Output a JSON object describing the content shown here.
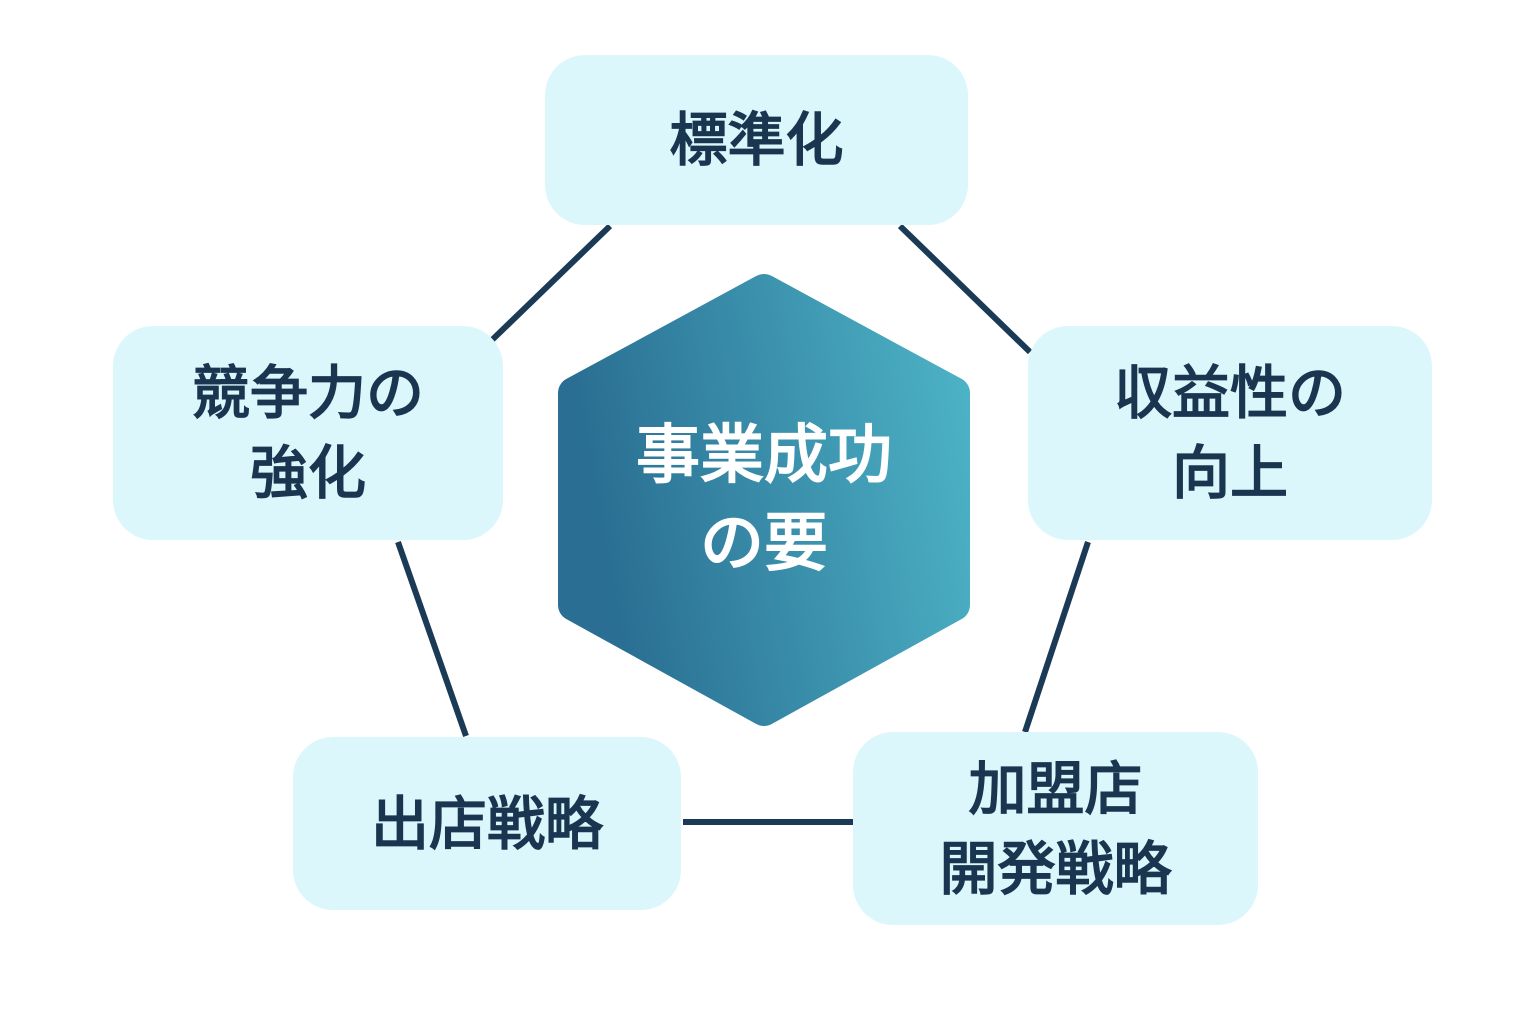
{
  "center": {
    "lines": [
      "事業成功",
      "の要"
    ]
  },
  "nodes": {
    "top": {
      "lines": [
        "標準化"
      ]
    },
    "right": {
      "lines": [
        "収益性の",
        "向上"
      ]
    },
    "bottom_right": {
      "lines": [
        "加盟店",
        "開発戦略"
      ]
    },
    "bottom_left": {
      "lines": [
        "出店戦略"
      ]
    },
    "left": {
      "lines": [
        "競争力の",
        "強化"
      ]
    }
  },
  "colors": {
    "node_fill": "#dcf7fb",
    "text": "#1a3550",
    "connector": "#1b3a56",
    "hex_left": "#2a6f93",
    "hex_right": "#4db3c6"
  }
}
